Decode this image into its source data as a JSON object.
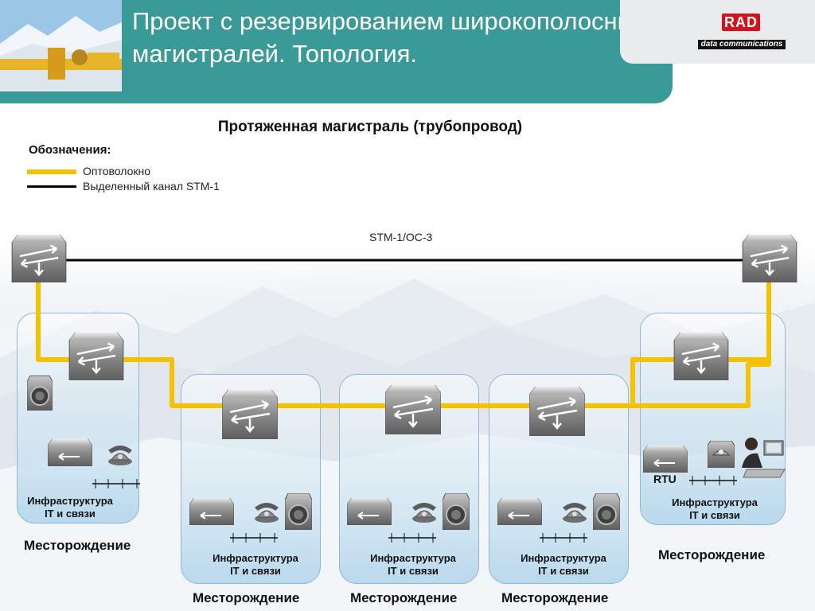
{
  "header": {
    "title": "Проект с резервированием широкополосных магистралей. Топология.",
    "logo": {
      "brand": "RAD",
      "tagline": "data communications"
    }
  },
  "subtitle": "Протяженная магистраль (трубопровод)",
  "legend": {
    "title": "Обозначения:",
    "items": [
      {
        "label": "Оптоволокно",
        "color": "#f5c200"
      },
      {
        "label": "Выделенный канал STM-1",
        "color": "#000000"
      }
    ]
  },
  "trunk": {
    "label": "STM-1/OC-3"
  },
  "sites": [
    {
      "infra_line1": "Инфраструктура",
      "infra_line2": "IT и связи",
      "name": "Месторождение"
    },
    {
      "infra_line1": "Инфраструктура",
      "infra_line2": "IT и связи",
      "name": "Месторождение"
    },
    {
      "infra_line1": "Инфраструктура",
      "infra_line2": "IT и связи",
      "name": "Месторождение"
    },
    {
      "infra_line1": "Инфраструктура",
      "infra_line2": "IT и связи",
      "name": "Месторождение"
    },
    {
      "infra_line1": "Инфраструктура",
      "infra_line2": "IT и связи",
      "name": "Месторождение",
      "rtu_label": "RTU"
    }
  ],
  "colors": {
    "header": "#3a9a97",
    "fiber": "#f5c200",
    "field_border": "#8fb7d2"
  }
}
